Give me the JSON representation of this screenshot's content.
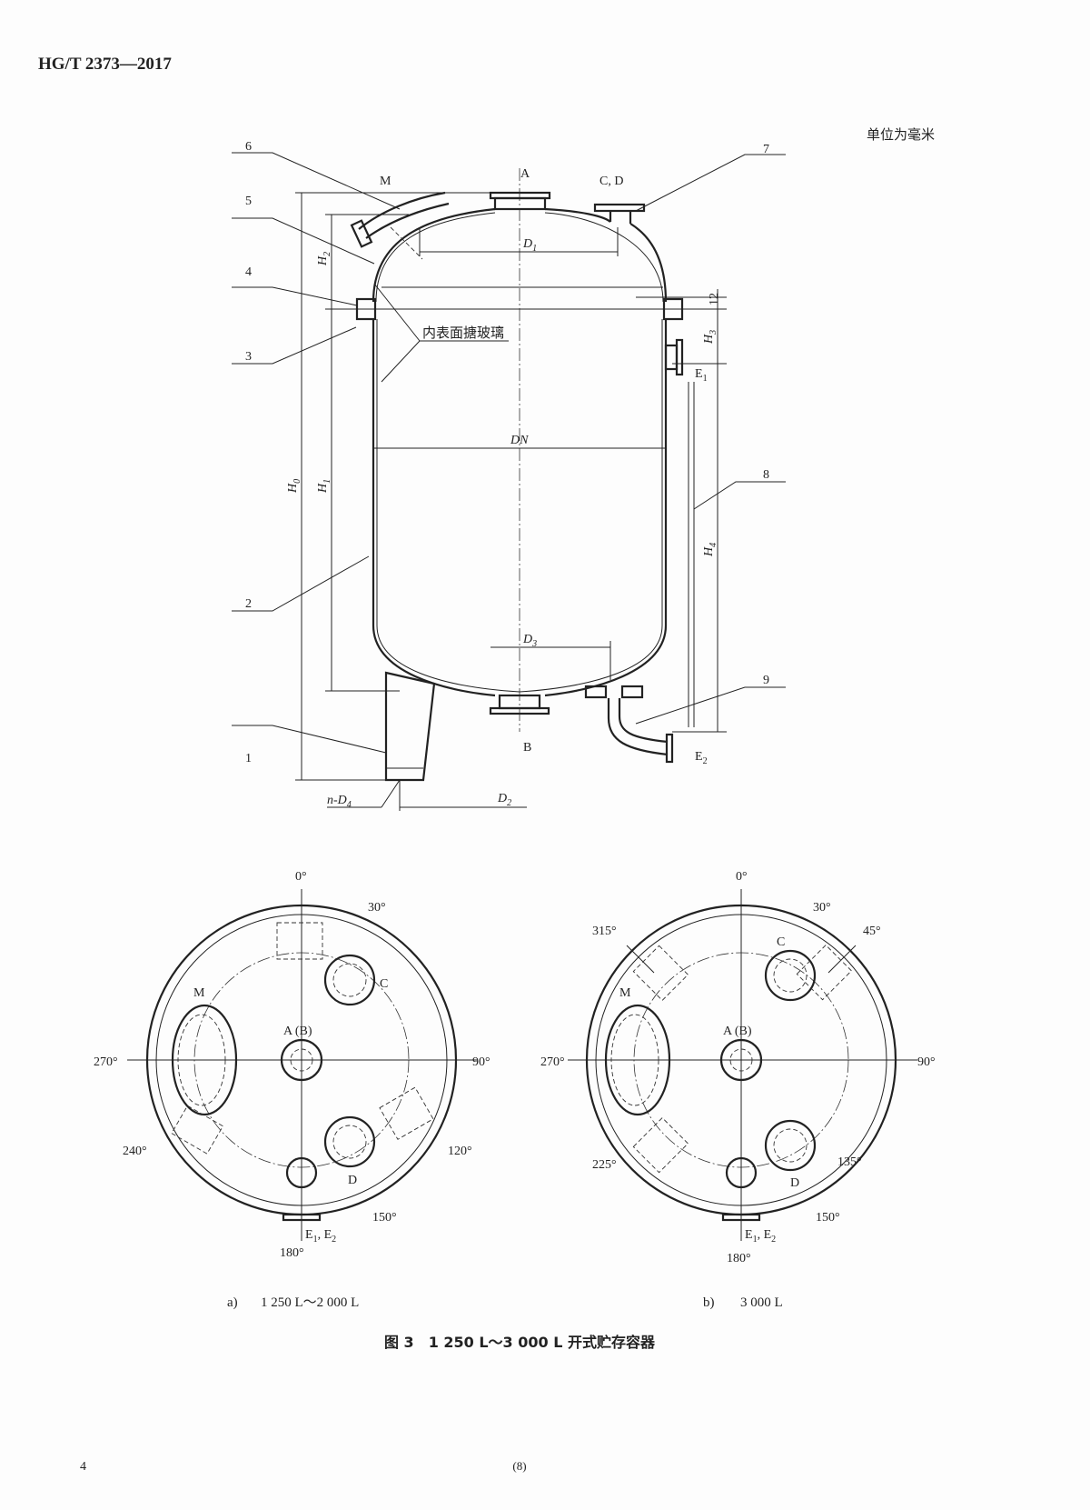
{
  "header": {
    "standard": "HG/T 2373—2017"
  },
  "unit_note": "单位为毫米",
  "elevation": {
    "callouts": [
      "1",
      "2",
      "3",
      "4",
      "5",
      "6",
      "7",
      "8",
      "9"
    ],
    "labels": {
      "M": "M",
      "A": "A",
      "CD": "C, D",
      "B": "B",
      "D1": {
        "main": "D",
        "sub": "1"
      },
      "D2": {
        "main": "D",
        "sub": "2"
      },
      "D3": {
        "main": "D",
        "sub": "3"
      },
      "nD4": {
        "main": "n-D",
        "sub": "4"
      },
      "H0": {
        "main": "H",
        "sub": "0"
      },
      "H1": {
        "main": "H",
        "sub": "1"
      },
      "H2": {
        "main": "H",
        "sub": "2"
      },
      "H3": {
        "main": "H",
        "sub": "3"
      },
      "H4": {
        "main": "H",
        "sub": "4"
      },
      "E1": {
        "main": "E",
        "sub": "1"
      },
      "E2": {
        "main": "E",
        "sub": "2"
      },
      "DN": "DN",
      "twelve": "12",
      "glass_lining": "内表面搪玻璃"
    }
  },
  "plan_a": {
    "angles": {
      "a0": "0°",
      "a30": "30°",
      "a90": "90°",
      "a270": "270°",
      "a240": "240°",
      "a120": "120°",
      "a150": "150°",
      "a180": "180°"
    },
    "M": "M",
    "C": "C",
    "D": "D",
    "AB": "A (B)",
    "E": {
      "m1": "E",
      "s1": "1",
      "sep": ", ",
      "m2": "E",
      "s2": "2"
    },
    "caption_letter": "a)",
    "caption": "1 250 L～2 000 L"
  },
  "plan_b": {
    "angles": {
      "a0": "0°",
      "a30": "30°",
      "a45": "45°",
      "a315": "315°",
      "a90": "90°",
      "a270": "270°",
      "a225": "225°",
      "a135": "135°",
      "a150": "150°",
      "a180": "180°"
    },
    "M": "M",
    "C": "C",
    "D": "D",
    "AB": "A (B)",
    "E": {
      "m1": "E",
      "s1": "1",
      "sep": ", ",
      "m2": "E",
      "s2": "2"
    },
    "caption_letter": "b)",
    "caption": "3 000 L"
  },
  "figure_caption": "图 3　1 250 L～3 000 L 开式贮存容器",
  "footer": {
    "page_number": "4",
    "sheet": "(8)"
  }
}
